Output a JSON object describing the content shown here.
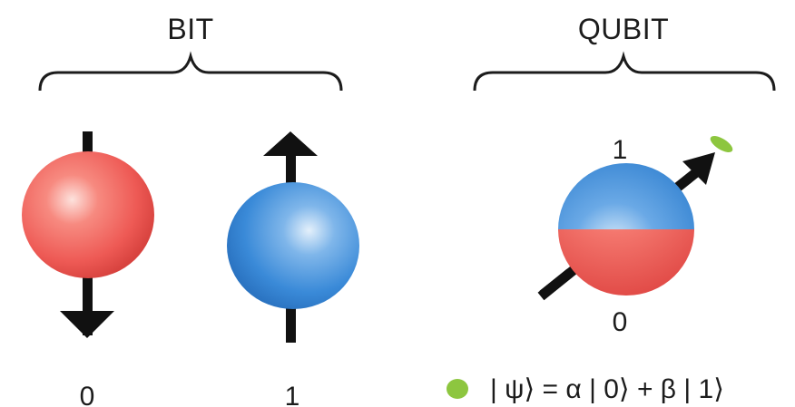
{
  "bit": {
    "title": "BIT",
    "state_zero_label": "0",
    "state_one_label": "1"
  },
  "qubit": {
    "title": "QUBIT",
    "pole_top_label": "1",
    "pole_bottom_label": "0",
    "formula": "| ψ⟩ = α | 0⟩ + β | 1⟩"
  },
  "colors": {
    "red_sphere": "#f0625e",
    "blue_sphere": "#3f8fdc",
    "arrow": "#111111",
    "marker": "#8dc63f",
    "text": "#1c1c1c"
  }
}
